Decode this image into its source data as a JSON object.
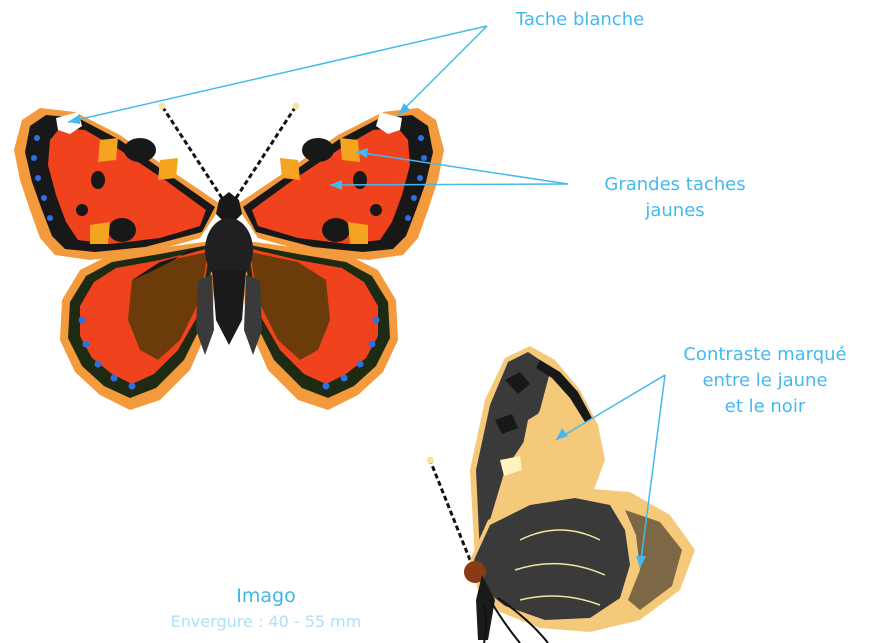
{
  "annotations": {
    "white_spot": [
      "Tache blanche"
    ],
    "yellow_spots": [
      "Grandes taches",
      "jaunes"
    ],
    "contrast": [
      "Contraste marqué",
      "entre le jaune",
      "et le noir"
    ]
  },
  "caption": {
    "title": "Imago",
    "wingspan": "Envergure : 40 - 55 mm"
  },
  "colors": {
    "label": "#45b9ee",
    "caption_light": "#aee0f7",
    "wing_orange": "#f0421c",
    "wing_black": "#181818",
    "wing_brown": "#6b3c0a",
    "spot_yellow": "#f5a41f",
    "margin_orange": "#f39a3c",
    "margin_blue": "#2f6fe0",
    "underside_cream": "#f5c97a",
    "underside_grey": "#3a3a3a"
  }
}
